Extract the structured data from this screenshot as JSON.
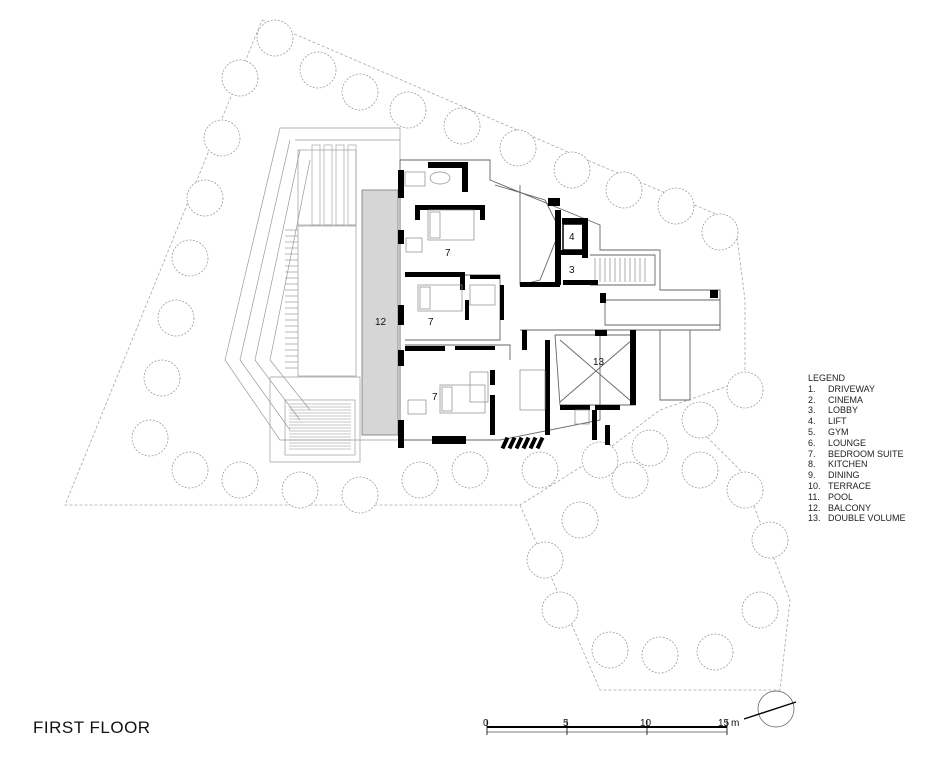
{
  "title": "FIRST FLOOR",
  "room_labels": [
    {
      "text": "7"
    },
    {
      "text": "7"
    },
    {
      "text": "7"
    },
    {
      "text": "12"
    },
    {
      "text": "13"
    },
    {
      "text": "3"
    },
    {
      "text": "4"
    }
  ],
  "legend": {
    "title": "LEGEND",
    "items": [
      {
        "num": "1.",
        "label": "DRIVEWAY"
      },
      {
        "num": "2.",
        "label": "CINEMA"
      },
      {
        "num": "3.",
        "label": "LOBBY"
      },
      {
        "num": "4.",
        "label": "LIFT"
      },
      {
        "num": "5.",
        "label": "GYM"
      },
      {
        "num": "6.",
        "label": "LOUNGE"
      },
      {
        "num": "7.",
        "label": "BEDROOM SUITE"
      },
      {
        "num": "8.",
        "label": "KITCHEN"
      },
      {
        "num": "9.",
        "label": "DINING"
      },
      {
        "num": "10.",
        "label": "TERRACE"
      },
      {
        "num": "11.",
        "label": "POOL"
      },
      {
        "num": "12.",
        "label": "BALCONY"
      },
      {
        "num": "13.",
        "label": "DOUBLE VOLUME"
      }
    ]
  },
  "scale_bar": {
    "ticks": [
      "0",
      "5",
      "10",
      "15"
    ],
    "unit": "m"
  },
  "icons": {
    "north_arrow": "north-arrow-icon",
    "trees": "tree-icon"
  },
  "colors": {
    "line": "#9a9a9a",
    "wall": "#000000",
    "balcony_fill": "#d6d6d6",
    "background": "#ffffff"
  }
}
